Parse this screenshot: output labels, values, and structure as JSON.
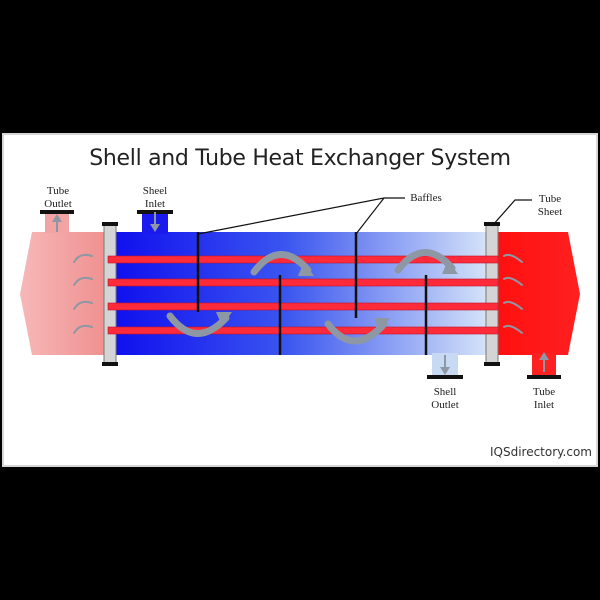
{
  "title": "Shell and Tube Heat Exchanger System",
  "labels": {
    "tube_outlet": [
      "Tube",
      "Outlet"
    ],
    "shell_inlet": [
      "Sheel",
      "Inlet"
    ],
    "baffles": "Baffles",
    "tube_sheet": [
      "Tube",
      "Sheet"
    ],
    "shell_outlet": [
      "Shell",
      "Outlet"
    ],
    "tube_inlet": [
      "Tube",
      "Inlet"
    ]
  },
  "credit": "IQSdirectory.com",
  "colors": {
    "hot": "#ff1a1a",
    "hot_light": "#f4a0a0",
    "cold": "#1a1aff",
    "cold_light": "#cfe0f5",
    "tube": "#f0303a",
    "arrow": "#8f98a6"
  }
}
